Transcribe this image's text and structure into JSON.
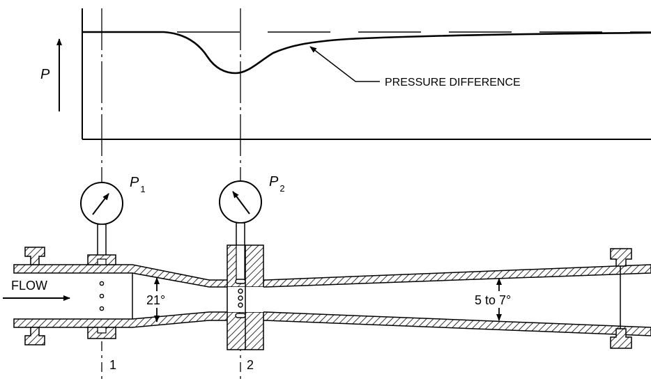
{
  "graph": {
    "axis_label": "P",
    "curve_label": "PRESSURE DIFFERENCE"
  },
  "gauges": [
    {
      "symbol": "P",
      "subscript": "1"
    },
    {
      "symbol": "P",
      "subscript": "2"
    }
  ],
  "labels": {
    "flow": "FLOW",
    "inlet_angle": "21°",
    "outlet_angle": "5 to 7°",
    "section_1": "1",
    "section_2": "2"
  },
  "colors": {
    "ink": "#000000",
    "background": "#ffffff"
  }
}
